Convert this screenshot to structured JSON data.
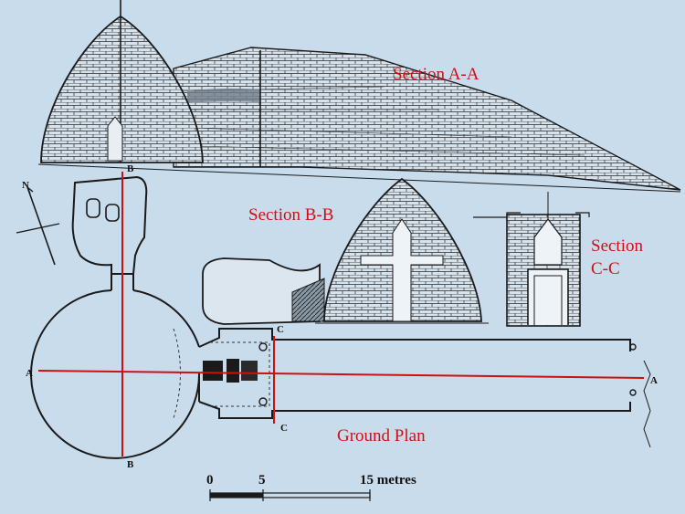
{
  "labels": {
    "section_aa": "Section A-A",
    "section_bb": "Section B-B",
    "section_cc_line1": "Section",
    "section_cc_line2": "C-C",
    "ground_plan": "Ground Plan"
  },
  "markers": {
    "a_left": "A",
    "a_right": "A",
    "b_top": "B",
    "b_bottom": "B",
    "c_top": "C",
    "c_bottom": "C",
    "north": "N"
  },
  "scale": {
    "tick_0": "0",
    "tick_5": "5",
    "tick_15": "15 metres"
  },
  "colors": {
    "background": "#c9dcec",
    "annotation_red": "#cc1111",
    "ink": "#1a1a1a"
  }
}
